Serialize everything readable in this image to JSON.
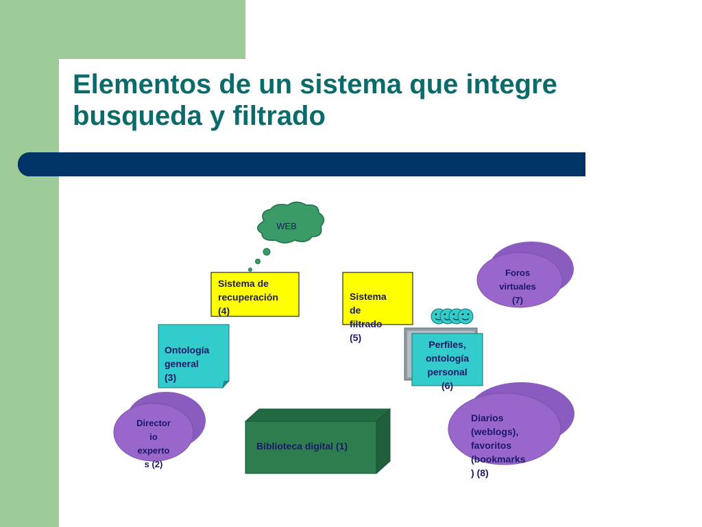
{
  "slide": {
    "title_line1": "Elementos de un sistema que integre",
    "title_line2": "busqueda y filtrado"
  },
  "colors": {
    "side_green": "#9dcc98",
    "banner_navy": "#003366",
    "title_teal": "#0b6b6b",
    "cloud_green": "#3a9a68",
    "yellow": "#ffff00",
    "cyan": "#33cccc",
    "purple": "#9966cc",
    "cube_green": "#2e7d4f",
    "label_navy": "#1a1a66"
  },
  "diagram": {
    "web": "WEB",
    "recuperacion": [
      "Sistema  de",
      "recuperación",
      "(4)"
    ],
    "filtrado": [
      "Sistema",
      "de",
      "filtrado",
      "(5)"
    ],
    "ontologia": [
      "Ontología",
      "general",
      "(3)"
    ],
    "perfiles": [
      "Perfiles,",
      "ontología",
      "personal",
      "(6)"
    ],
    "foros": [
      "Foros",
      "virtuales",
      "(7)"
    ],
    "directorio": [
      "Director",
      "io",
      "experto",
      "s (2)"
    ],
    "diarios": [
      "Diarios",
      "(weblogs),",
      "favoritos",
      "(bookmarks",
      ") (8)"
    ],
    "biblioteca": "Biblioteca digital (1)"
  }
}
